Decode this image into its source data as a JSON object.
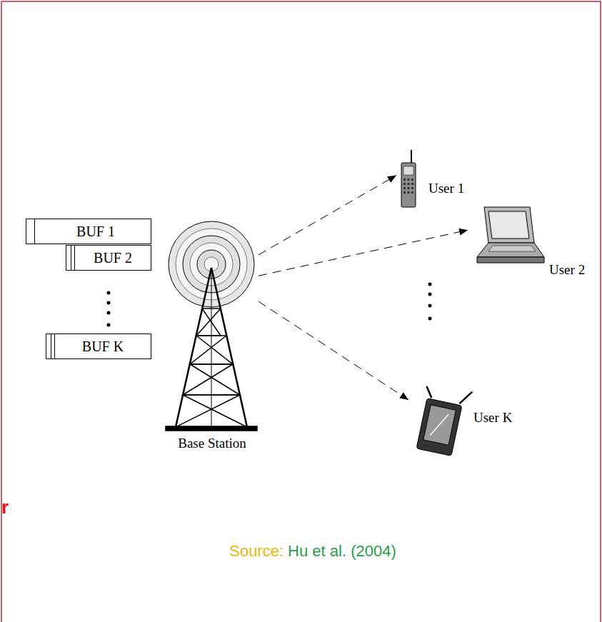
{
  "diagram": {
    "nodes": [
      {
        "text": [
          "BUF 1"
        ]
      },
      {
        "text": [
          "BUF 2"
        ]
      },
      {
        "text": [
          "BUF K"
        ]
      },
      {
        "text": [
          "Base Station"
        ]
      },
      {
        "text": [
          "User 1"
        ]
      },
      {
        "text": [
          "User 2"
        ]
      },
      {
        "text": [
          "User K"
        ]
      }
    ],
    "edges": [
      {
        "from": 3,
        "to": 4,
        "arrow": "to"
      },
      {
        "from": 3,
        "to": 5,
        "arrow": "to"
      },
      {
        "from": 3,
        "to": 6,
        "arrow": "to"
      }
    ],
    "labels": [
      "Source:",
      "Hu et al. (2004)",
      "r"
    ]
  }
}
